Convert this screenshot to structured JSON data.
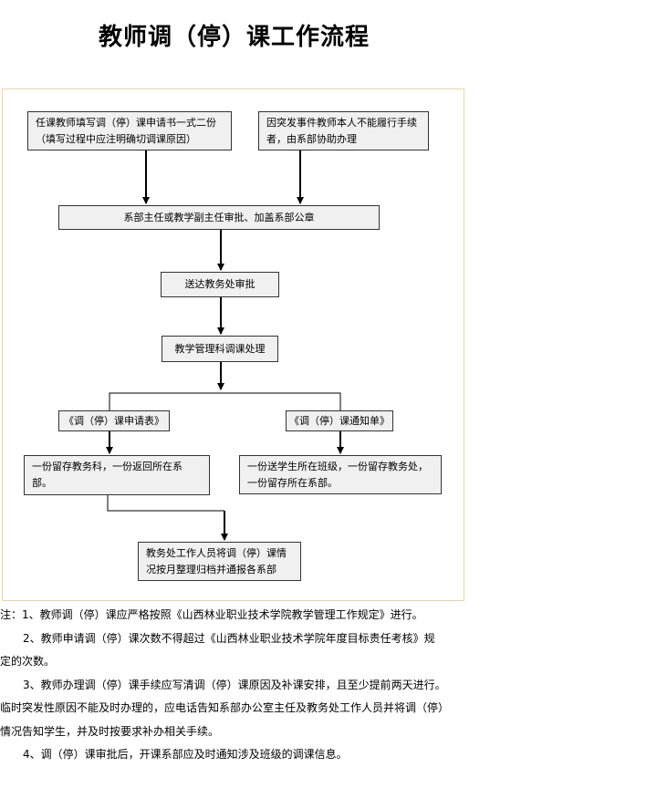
{
  "title": "教师调（停）课工作流程",
  "flow": {
    "box1": "任课教师填写调（停）课申请书一式二份（填写过程中应注明确切调课原因）",
    "box2": "因突发事件教师本人不能履行手续者，由系部协助办理",
    "box3": "系部主任或教学副主任审批、加盖系部公章",
    "box4": "送达教务处审批",
    "box5": "教学管理科调课处理",
    "box6": "《调（停）课申请表》",
    "box7": "《调（停）课通知单》",
    "box8": "一份留存教务科，一份返回所在系部。",
    "box9": "一份送学生所在班级，一份留存教务处，一份留存所在系部。",
    "box10": "教务处工作人员将调（停）课情况按月整理归档并通报各系部"
  },
  "notes": {
    "n1": "注：1、教师调（停）课应严格按照《山西林业职业技术学院教学管理工作规定》进行。",
    "n2a": "2、教师申请调（停）课次数不得超过《山西林业职业技术学院年度目标责任考核》规",
    "n2b": "定的次数。",
    "n3a": "3、教师办理调（停）课手续应写清调（停）课原因及补课安排，且至少提前两天进行。",
    "n3b": "临时突发性原因不能及时办理的，应电话告知系部办公室主任及教务处工作人员并将调（停）",
    "n3c": "情况告知学生，并及时按要求补办相关手续。",
    "n4": "4、调（停）课审批后，开课系部应及时通知涉及班级的调课信息。"
  }
}
